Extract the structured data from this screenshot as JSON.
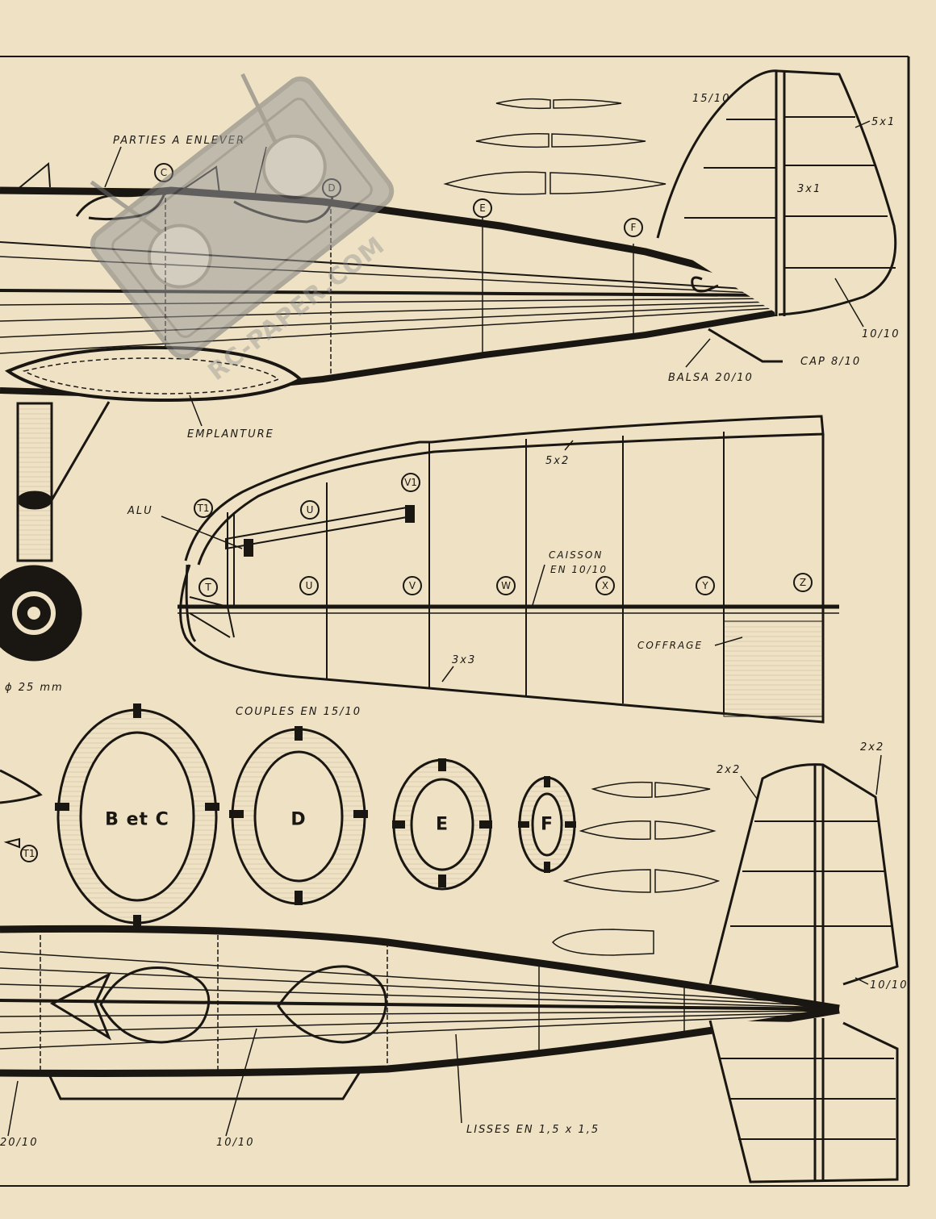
{
  "labels": {
    "parties_a_enlever": "PARTIES A ENLEVER",
    "emplanture": "EMPLANTURE",
    "balsa_20_10": "BALSA 20/10",
    "cap_8_10": "CAP 8/10",
    "fin_15_10": "15/10",
    "fin_5x1": "5x1",
    "fin_3x1": "3x1",
    "fin_10_10": "10/10",
    "alu": "ALU",
    "wing_5x2": "5x2",
    "caisson": "CAISSON",
    "caisson_en": "EN 10/10",
    "coffrage": "COFFRAGE",
    "wing_3x3": "3x3",
    "wheel_diameter": "ϕ 25 mm",
    "couples": "COUPLES EN 15/10",
    "tail_2x2_left": "2x2",
    "tail_2x2_right": "2x2",
    "tail_10_10": "10/10",
    "bottom_20_10": "20/10",
    "bottom_10_10": "10/10",
    "lisses": "LISSES EN 1,5 x 1,5"
  },
  "stations": {
    "fuselage": [
      "C",
      "D",
      "E",
      "F"
    ],
    "wing_top": [
      "T1",
      "U",
      "V1"
    ],
    "wing_main": [
      "T",
      "U",
      "V",
      "W",
      "X",
      "Y",
      "Z"
    ],
    "t1_small": "T1"
  },
  "formers": [
    "B et C",
    "D",
    "E",
    "F"
  ],
  "watermark": "RC-PAPER.COM",
  "colors": {
    "paper": "#efe2c4",
    "ink": "#1a1713",
    "watermark": "#8e8e8e"
  }
}
